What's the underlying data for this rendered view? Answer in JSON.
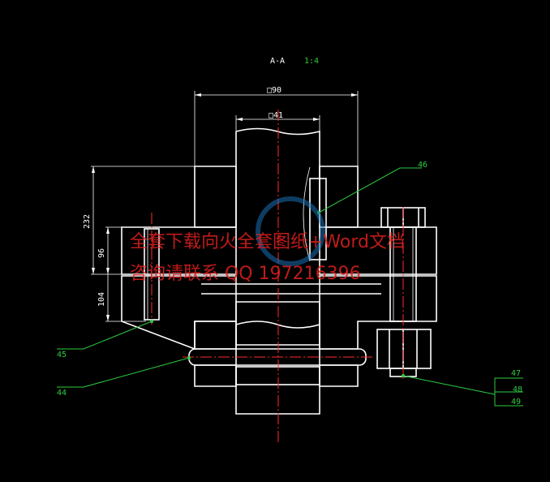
{
  "title": {
    "view": "A-A",
    "scale": "1:4"
  },
  "dimensions": {
    "outer_square": "□90",
    "inner_square": "□41",
    "height_total": "232",
    "height_upper": "96",
    "height_lower": "104"
  },
  "part_labels": {
    "p44": "44",
    "p45": "45",
    "p46": "46",
    "p47": "47",
    "p48": "48",
    "p49": "49"
  },
  "watermark": {
    "line1": "全套下载向火全套图纸+Word文档",
    "line2": "咨询请联系 QQ 1972163​96"
  },
  "colors": {
    "background": "#000000",
    "lines": "#ffffff",
    "labels": "#2ecc40",
    "centerline": "#ff2a2a",
    "watermark": "#e0201e"
  }
}
